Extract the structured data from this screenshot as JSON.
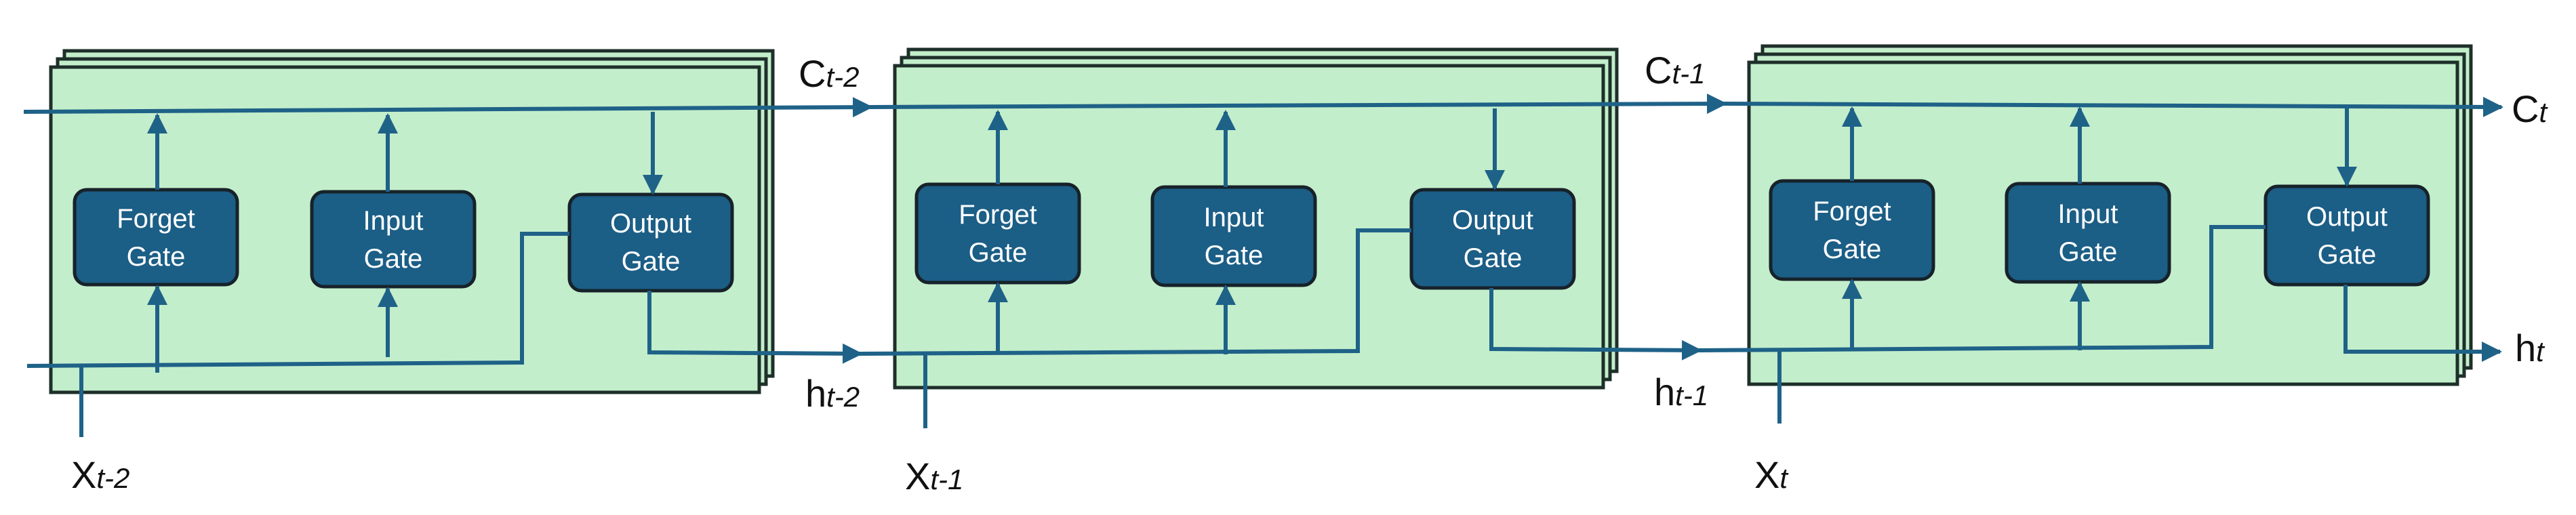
{
  "diagram": {
    "cells": [
      {
        "gates": [
          {
            "line1": "Forget",
            "line2": "Gate"
          },
          {
            "line1": "Input",
            "line2": "Gate"
          },
          {
            "line1": "Output",
            "line2": "Gate"
          }
        ]
      },
      {
        "gates": [
          {
            "line1": "Forget",
            "line2": "Gate"
          },
          {
            "line1": "Input",
            "line2": "Gate"
          },
          {
            "line1": "Output",
            "line2": "Gate"
          }
        ]
      },
      {
        "gates": [
          {
            "line1": "Forget",
            "line2": "Gate"
          },
          {
            "line1": "Input",
            "line2": "Gate"
          },
          {
            "line1": "Output",
            "line2": "Gate"
          }
        ]
      }
    ],
    "labels": {
      "c_t2": {
        "base": "C",
        "sub": "t-2"
      },
      "h_t2": {
        "base": "h",
        "sub": "t-2"
      },
      "x_t2": {
        "base": "X",
        "sub": "t-2"
      },
      "c_t1": {
        "base": "C",
        "sub": "t-1"
      },
      "h_t1": {
        "base": "h",
        "sub": "t-1"
      },
      "x_t1": {
        "base": "X",
        "sub": "t-1"
      },
      "c_t": {
        "base": "C",
        "sub": "t"
      },
      "h_t": {
        "base": "h",
        "sub": "t"
      },
      "x_t": {
        "base": "X",
        "sub": "t"
      }
    },
    "colors": {
      "cell_fill": "#c3eecb",
      "gate_fill": "#1b5e86",
      "wire": "#1f6288"
    }
  }
}
